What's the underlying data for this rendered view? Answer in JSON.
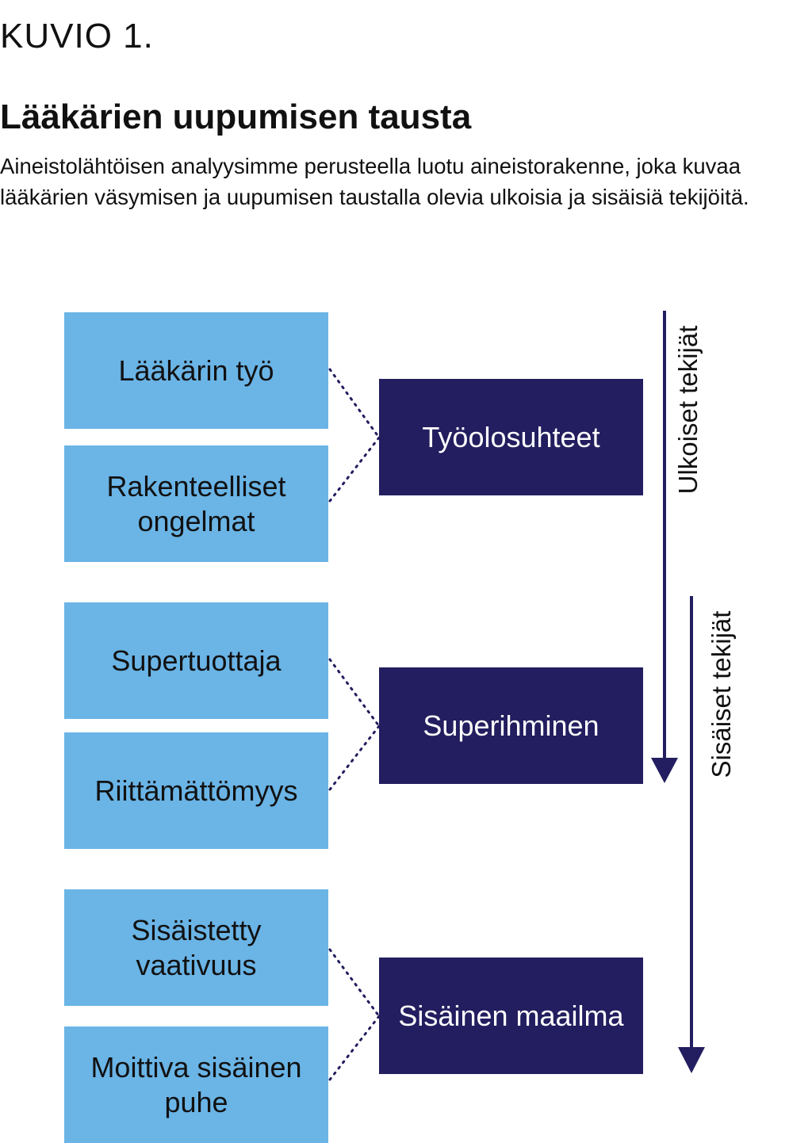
{
  "figure": {
    "label": "KUVIO 1.",
    "title": "Lääkärien uupumisen tausta",
    "description": "Aineistolähtöisen analyysimme perusteella luotu aineistorakenne, joka kuvaa lääkärien väsymisen ja uupumisen taustalla olevia ulkoisia ja sisäisiä tekijöitä."
  },
  "diagram": {
    "groups": [
      {
        "category": "Työolosuhteet",
        "items": [
          "Lääkärin työ",
          "Rakenteelliset ongelmat"
        ]
      },
      {
        "category": "Superihminen",
        "items": [
          "Supertuottaja",
          "Riittämättömyys"
        ]
      },
      {
        "category": "Sisäinen maailma",
        "items": [
          "Sisäistetty vaativuus",
          "Moittiva sisäinen puhe"
        ]
      }
    ],
    "arrows": {
      "external": "Ulkoiset tekijät",
      "internal": "Sisäiset tekijät"
    },
    "colors": {
      "light_box": "#6ab4e6",
      "dark_box": "#231e5f",
      "arrow": "#231e5f"
    }
  }
}
